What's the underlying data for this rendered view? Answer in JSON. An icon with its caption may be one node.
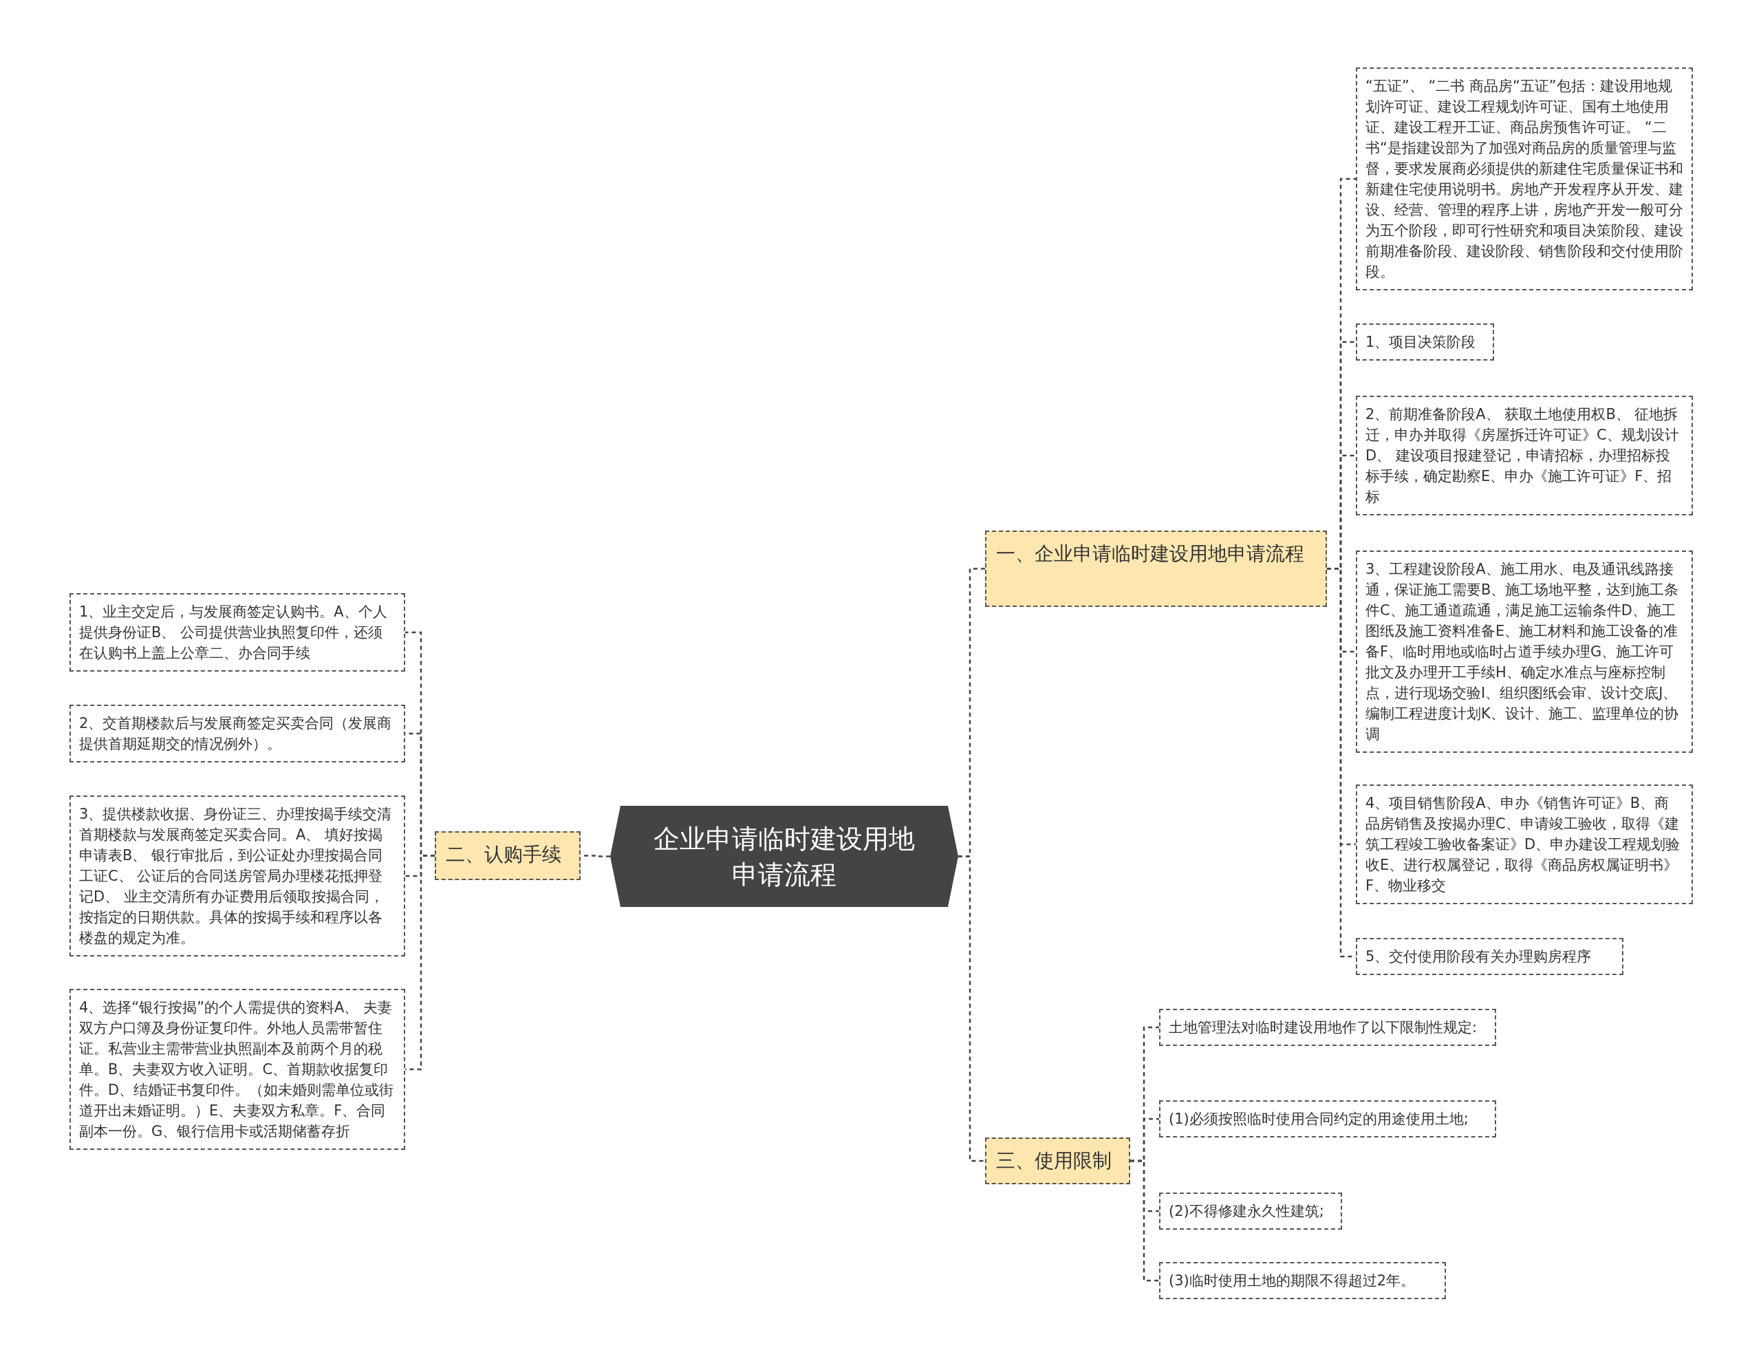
{
  "diagram": {
    "nodes": [
      {
        "text": [
          "企业申请临时建设用地申请流程"
        ]
      },
      {
        "text": [
          "一、企业申请临时建设用地申请流程"
        ]
      },
      {
        "text": [
          "二、认购手续"
        ]
      },
      {
        "text": [
          "三、使用限制"
        ]
      },
      {
        "text": [
          "“五证”、 “二书 商品房“五证”包括：建设用地规划许可证、建设工程规划许可证、国有土地使用证、建设工程开工证、商品房预售许可证。 “二书“是指建设部为了加强对商品房的质量管理与监督，要求发展商必须提供的新建住宅质量保证书和新建住宅使用说明书。房地产开发程序从开发、建设、经营、管理的程序上讲，房地产开发一般可分为五个阶段，即可行性研究和项目决策阶段、建设前期准备阶段、建设阶段、销售阶段和交付使用阶段。"
        ]
      },
      {
        "text": [
          "1、项目决策阶段"
        ]
      },
      {
        "text": [
          "2、前期准备阶段A、 获取土地使用权B、 征地拆迁，申办并取得《房屋拆迁许可证》C、规划设计D、 建设项目报建登记，申请招标，办理招标投标手续，确定勘察E、申办《施工许可证》F、招标"
        ]
      },
      {
        "text": [
          "3、工程建设阶段A、施工用水、电及通讯线路接通，保证施工需要B、施工场地平整，达到施工条件C、施工通道疏通，满足施工运输条件D、施工图纸及施工资料准备E、施工材料和施工设备的准备F、临时用地或临时占道手续办理G、施工许可批文及办理开工手续H、确定水准点与座标控制点，进行现场交验I、组织图纸会审、设计交底J、编制工程进度计划K、设计、施工、监理单位的协调"
        ]
      },
      {
        "text": [
          "4、项目销售阶段A、申办《销售许可证》B、商品房销售及按揭办理C、申请竣工验收，取得《建筑工程竣工验收备案证》D、申办建设工程规划验收E、进行权属登记，取得《商品房权属证明书》F、物业移交"
        ]
      },
      {
        "text": [
          "5、交付使用阶段有关办理购房程序"
        ]
      },
      {
        "text": [
          "土地管理法对临时建设用地作了以下限制性规定:"
        ]
      },
      {
        "text": [
          "(1)必须按照临时使用合同约定的用途使用土地;"
        ]
      },
      {
        "text": [
          "(2)不得修建永久性建筑;"
        ]
      },
      {
        "text": [
          "(3)临时使用土地的期限不得超过2年。"
        ]
      },
      {
        "text": [
          "1、业主交定后，与发展商签定认购书。A、个人提供身份证B、 公司提供营业执照复印件，还须在认购书上盖上公章二、办合同手续"
        ]
      },
      {
        "text": [
          "2、交首期楼款后与发展商签定买卖合同（发展商提供首期延期交的情况例外）。"
        ]
      },
      {
        "text": [
          "3、提供楼款收据、身份证三、办理按揭手续交清首期楼款与发展商签定买卖合同。A、 填好按揭申请表B、 银行审批后，到公证处办理按揭合同工证C、 公证后的合同送房管局办理楼花抵押登记D、 业主交清所有办证费用后领取按揭合同，按指定的日期供款。具体的按揭手续和程序以各楼盘的规定为准。"
        ]
      },
      {
        "text": [
          "4、选择“银行按揭”的个人需提供的资料A、 夫妻双方户口簿及身份证复印件。外地人员需带暂住证。私营业主需带营业执照副本及前两个月的税单。B、夫妻双方收入证明。C、首期款收据复印件。D、结婚证书复印件。（如未婚则需单位或街道开出未婚证明。）E、夫妻双方私章。F、合同副本一份。G、银行信用卡或活期储蓄存折"
        ]
      }
    ],
    "edges": [
      {
        "from": 0,
        "to": 1,
        "arrow": "none"
      },
      {
        "from": 0,
        "to": 2,
        "arrow": "none"
      },
      {
        "from": 0,
        "to": 3,
        "arrow": "none"
      },
      {
        "from": 1,
        "to": 4,
        "arrow": "none"
      },
      {
        "from": 1,
        "to": 5,
        "arrow": "none"
      },
      {
        "from": 1,
        "to": 6,
        "arrow": "none"
      },
      {
        "from": 1,
        "to": 7,
        "arrow": "none"
      },
      {
        "from": 1,
        "to": 8,
        "arrow": "none"
      },
      {
        "from": 1,
        "to": 9,
        "arrow": "none"
      },
      {
        "from": 3,
        "to": 10,
        "arrow": "none"
      },
      {
        "from": 3,
        "to": 11,
        "arrow": "none"
      },
      {
        "from": 3,
        "to": 12,
        "arrow": "none"
      },
      {
        "from": 3,
        "to": 13,
        "arrow": "none"
      },
      {
        "from": 2,
        "to": 14,
        "arrow": "none"
      },
      {
        "from": 2,
        "to": 15,
        "arrow": "none"
      },
      {
        "from": 2,
        "to": 16,
        "arrow": "none"
      },
      {
        "from": 2,
        "to": 17,
        "arrow": "none"
      }
    ]
  }
}
